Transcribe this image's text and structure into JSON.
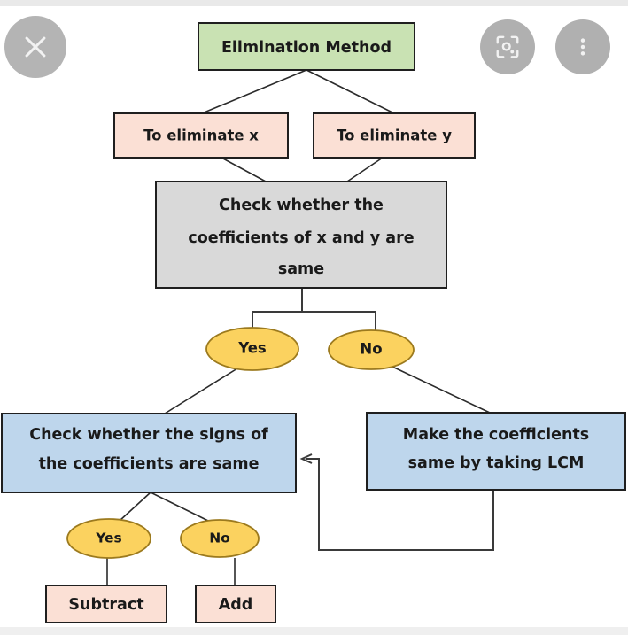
{
  "viewer": {
    "title": "Elimination Method",
    "controls": [
      {
        "name": "close-button",
        "icon": "close-icon",
        "label": "Close"
      },
      {
        "name": "lens-button",
        "icon": "google-lens-icon",
        "label": "Search with Lens"
      },
      {
        "name": "more-options-button",
        "icon": "more-vertical-icon",
        "label": "More options"
      }
    ]
  },
  "chart_data": {
    "type": "diagram",
    "title": "Elimination Method",
    "nodes": [
      {
        "id": "root",
        "label": "Elimination Method",
        "shape": "rect",
        "fill": "#c9e2b3"
      },
      {
        "id": "elim-x",
        "label": "To eliminate x",
        "shape": "rect",
        "fill": "#fbe0d5"
      },
      {
        "id": "elim-y",
        "label": "To eliminate y",
        "shape": "rect",
        "fill": "#fbe0d5"
      },
      {
        "id": "check-coef",
        "label": "Check whether the coefficients of x and y are same",
        "shape": "rect",
        "fill": "#d9d9d9"
      },
      {
        "id": "yes-1",
        "label": "Yes",
        "shape": "ellipse",
        "fill": "#fbd25f"
      },
      {
        "id": "no-1",
        "label": "No",
        "shape": "ellipse",
        "fill": "#fbd25f"
      },
      {
        "id": "check-sign",
        "label": "Check whether the signs of the coefficients are same",
        "shape": "rect",
        "fill": "#bed6ec"
      },
      {
        "id": "make-lcm",
        "label": "Make the coefficients same by taking LCM",
        "shape": "rect",
        "fill": "#bed6ec"
      },
      {
        "id": "yes-2",
        "label": "Yes",
        "shape": "ellipse",
        "fill": "#fbd25f"
      },
      {
        "id": "no-2",
        "label": "No",
        "shape": "ellipse",
        "fill": "#fbd25f"
      },
      {
        "id": "subtract",
        "label": "Subtract",
        "shape": "rect",
        "fill": "#fbe0d5"
      },
      {
        "id": "add",
        "label": "Add",
        "shape": "rect",
        "fill": "#fbe0d5"
      }
    ],
    "edges": [
      {
        "from": "root",
        "to": "elim-x"
      },
      {
        "from": "root",
        "to": "elim-y"
      },
      {
        "from": "elim-x",
        "to": "check-coef"
      },
      {
        "from": "elim-y",
        "to": "check-coef"
      },
      {
        "from": "check-coef",
        "to": "yes-1"
      },
      {
        "from": "check-coef",
        "to": "no-1"
      },
      {
        "from": "yes-1",
        "to": "check-sign"
      },
      {
        "from": "no-1",
        "to": "make-lcm"
      },
      {
        "from": "make-lcm",
        "to": "check-sign",
        "arrow": true
      },
      {
        "from": "check-sign",
        "to": "yes-2"
      },
      {
        "from": "check-sign",
        "to": "no-2"
      },
      {
        "from": "yes-2",
        "to": "subtract"
      },
      {
        "from": "no-2",
        "to": "add"
      }
    ]
  },
  "labels": {
    "root": "Elimination Method",
    "elim_x": "To eliminate x",
    "elim_y": "To eliminate y",
    "check_coef_l1": "Check whether the",
    "check_coef_l2": "coefficients of x and y are",
    "check_coef_l3": "same",
    "yes1": "Yes",
    "no1": "No",
    "check_sign_l1": "Check whether the signs of",
    "check_sign_l2": "the coefficients are same",
    "make_lcm_l1": "Make the coefficients",
    "make_lcm_l2": "same by taking LCM",
    "yes2": "Yes",
    "no2": "No",
    "subtract": "Subtract",
    "add": "Add"
  },
  "colors": {
    "green": "#c9e2b3",
    "peach": "#fbe0d5",
    "grey": "#d9d9d9",
    "blue": "#bed6ec",
    "yellow": "#fbd25f",
    "stroke": "#1f1f1f",
    "overlay": "#b4b4b4"
  }
}
